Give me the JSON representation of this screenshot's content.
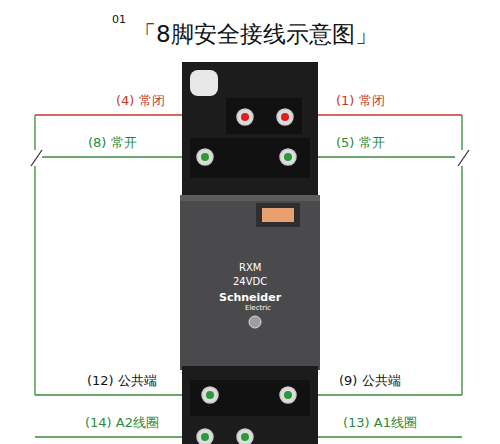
{
  "diagram": {
    "title": "「8脚安全接线示意图」",
    "labels": [
      "01",
      "(4) 常闭",
      "(1) 常闭",
      "(8) 常开",
      "(5) 常开",
      "RXM",
      "24VDC",
      "Schneider",
      "Electric",
      "(12) 公共端",
      "(9) 公共端",
      "(14) A2线圈",
      "(13) A1线圈"
    ]
  }
}
